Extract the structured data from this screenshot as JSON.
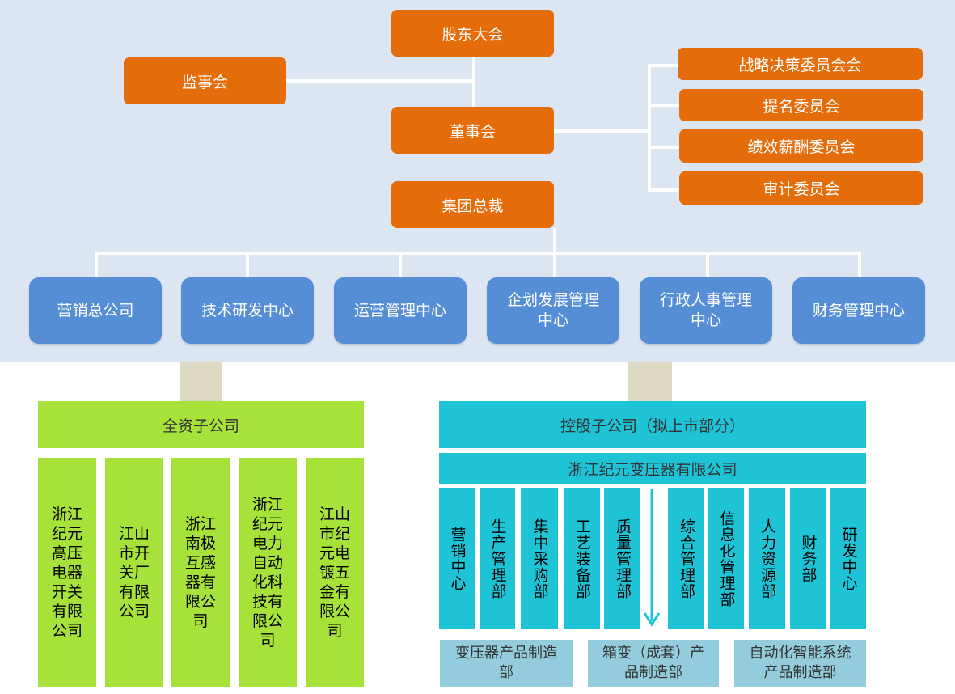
{
  "governance": {
    "shareholders": "股东大会",
    "supervisors": "监事会",
    "board": "董事会",
    "president": "集团总裁",
    "committees": [
      "战略决策委员会会",
      "提名委员会",
      "绩效薪酬委员会",
      "审计委员会"
    ]
  },
  "centers": [
    "营销总公司",
    "技术研发中心",
    "运营管理中心",
    "企划发展管理中心",
    "行政人事管理中心",
    "财务管理中心"
  ],
  "wholly_owned": {
    "title": "全资子公司",
    "companies": [
      "浙江纪元高压电器开关有限公司",
      "江山市开关厂有限公司",
      "浙江南极互感器有限公司",
      "浙江纪元电力自动化科技有限公司",
      "江山市纪元电镀五金有限公司"
    ]
  },
  "holding": {
    "title": "控股子公司（拟上市部分）",
    "company": "浙江纪元变压器有限公司",
    "departments": [
      "营销中心",
      "生产管理部",
      "集中采购部",
      "工艺装备部",
      "质量管理部",
      "综合管理部",
      "信息化管理部",
      "人力资源部",
      "财务部",
      "研发中心"
    ],
    "divisions": [
      "变压器产品制造部",
      "箱变（成套）产品制造部",
      "自动化智能系统产品制造部"
    ]
  },
  "colors": {
    "orange": "#e46c0a",
    "blue": "#558ed5",
    "green": "#a6e23a",
    "cyan": "#1fc3d6",
    "light_blue": "#93cddd",
    "arrow": "#1fc3d6"
  }
}
